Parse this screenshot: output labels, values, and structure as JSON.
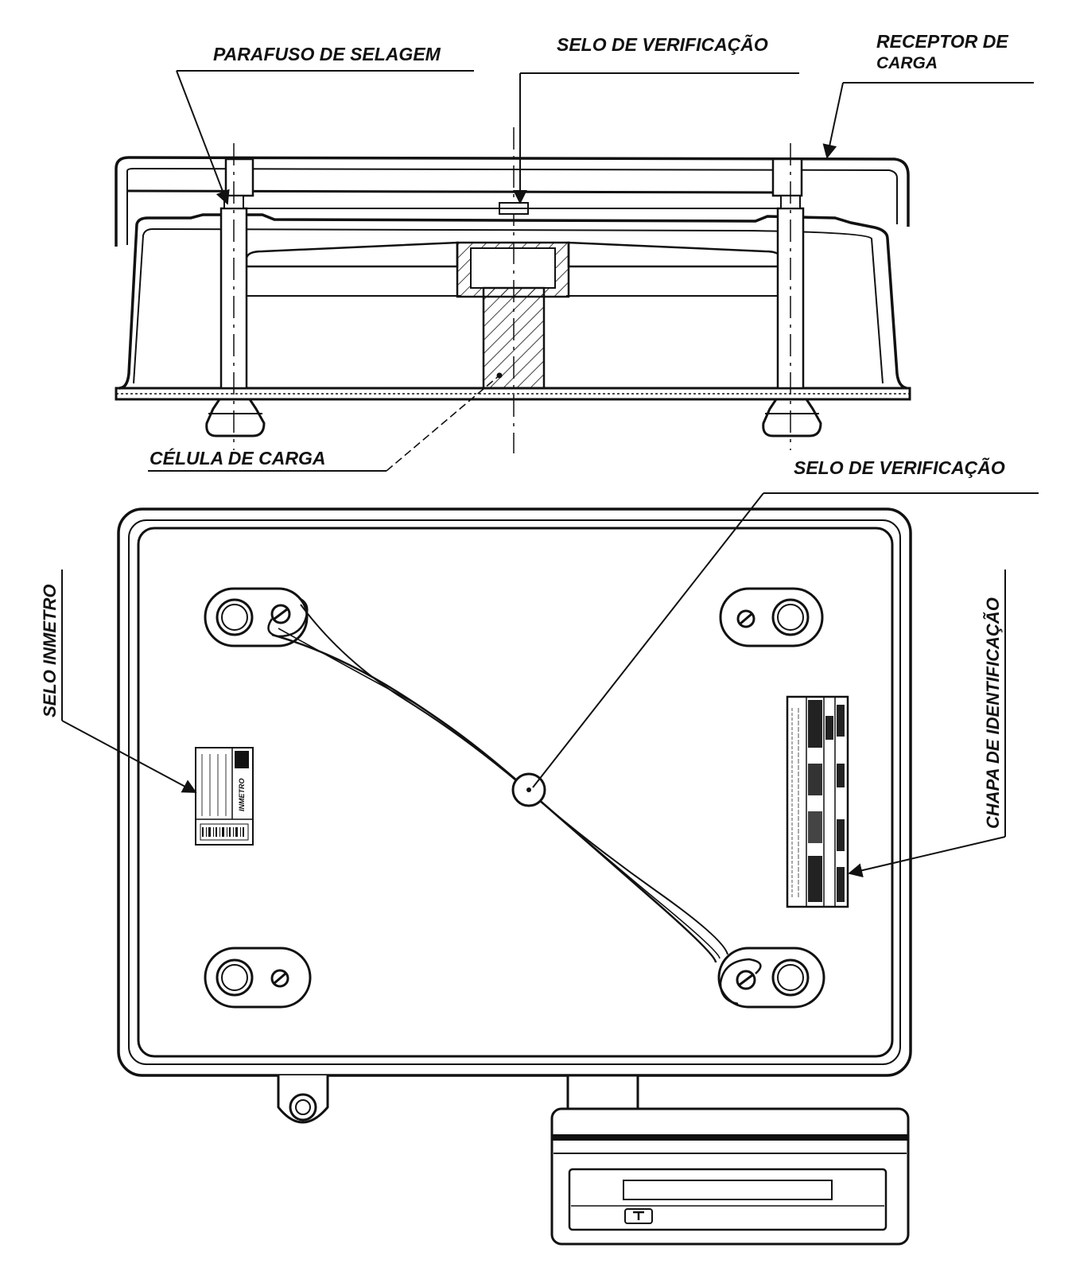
{
  "labels": {
    "sealing_screw": "PARAFUSO DE SELAGEM",
    "verification_seal_top": "SELO DE VERIFICAÇÃO",
    "load_receptor_line1": "RECEPTOR DE",
    "load_receptor_line2": "CARGA",
    "load_cell": "CÉLULA DE CARGA",
    "verification_seal_bottom": "SELO DE VERIFICAÇÃO",
    "inmetro_seal": "SELO INMETRO",
    "id_plate": "CHAPA DE IDENTIFICAÇÃO"
  },
  "inmetro_sticker": {
    "brand": "INMETRO"
  }
}
